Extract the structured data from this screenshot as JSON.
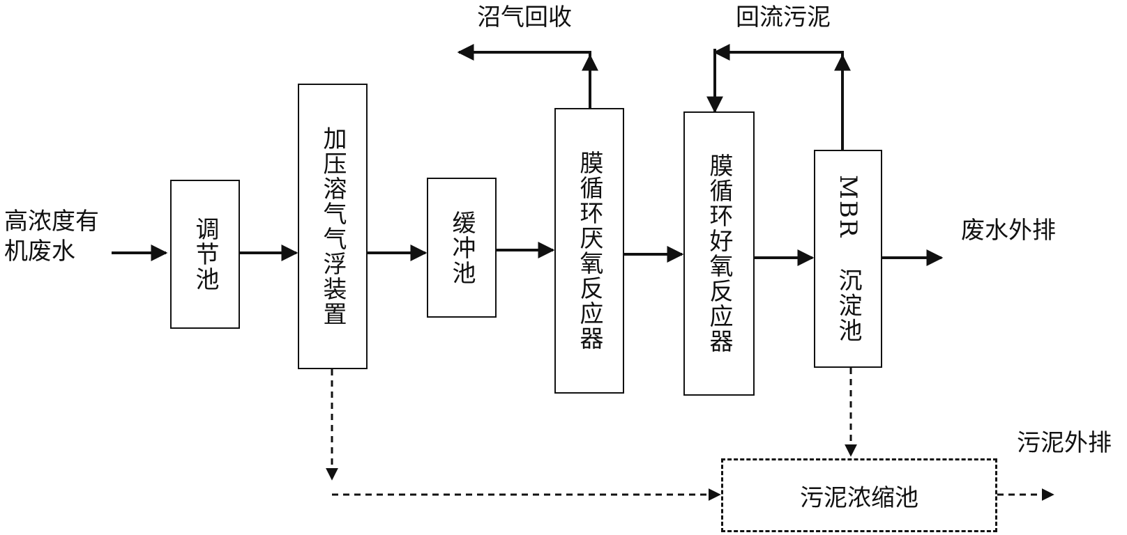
{
  "inputs": {
    "source_line1": "高浓度有",
    "source_line2": "机废水"
  },
  "nodes": {
    "tiaojie": "调节池",
    "qifu": "加压溶气气浮装置",
    "huanchong": "缓冲池",
    "yanyang": "膜循环厌氧反应器",
    "haoyang": "膜循环好氧反应器",
    "mbr_prefix": "MBR",
    "mbr_suffix": "沉淀池",
    "nongsuo": "污泥浓缩池"
  },
  "outputs": {
    "biogas": "沼气回收",
    "return_sludge": "回流污泥",
    "effluent": "废水外排",
    "sludge_out": "污泥外排"
  }
}
